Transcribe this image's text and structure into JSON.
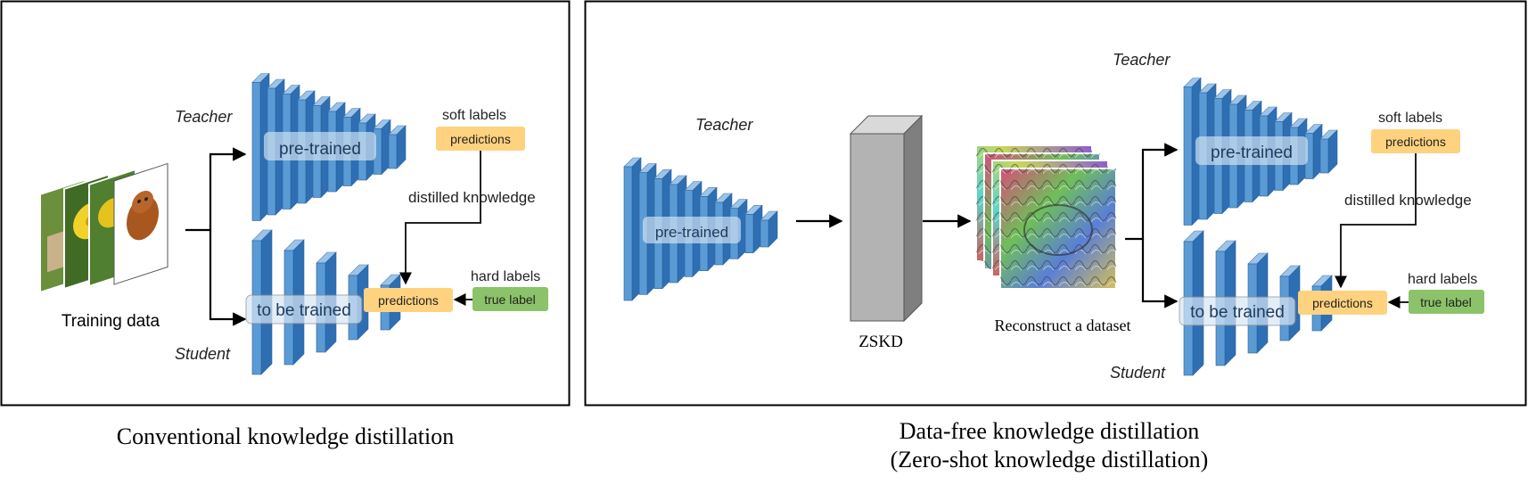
{
  "conventional": {
    "teacher_label": "Teacher",
    "student_label": "Student",
    "teacher_box": "pre-trained",
    "student_box": "to be trained",
    "soft_labels": "soft labels",
    "teacher_predictions": "predictions",
    "distilled_knowledge": "distilled  knowledge",
    "hard_labels": "hard labels",
    "true_label": "true label",
    "student_predictions": "predictions",
    "training_data": "Training data",
    "caption": "Conventional knowledge distillation"
  },
  "data_free": {
    "generator_teacher_label": "Teacher",
    "generator_teacher_box": "pre-trained",
    "zskd_label": "ZSKD",
    "reconstruct_label": "Reconstruct a dataset",
    "teacher_label": "Teacher",
    "student_label": "Student",
    "teacher_box": "pre-trained",
    "student_box": "to be trained",
    "soft_labels": "soft labels",
    "teacher_predictions": "predictions",
    "distilled_knowledge": "distilled  knowledge",
    "hard_labels": "hard labels",
    "true_label": "true label",
    "student_predictions": "predictions",
    "caption_line1": "Data-free knowledge distillation",
    "caption_line2": "(Zero-shot knowledge distillation)"
  },
  "colors": {
    "network_front": "#5b9bd5",
    "network_side": "#2e6fb4",
    "network_top": "#9cc3e8",
    "predictions_fill": "#ffd27f",
    "true_label_fill": "#8cc36a",
    "block_front": "#b3b3b3",
    "block_side": "#7f7f7f",
    "block_top": "#d9d9d9"
  }
}
